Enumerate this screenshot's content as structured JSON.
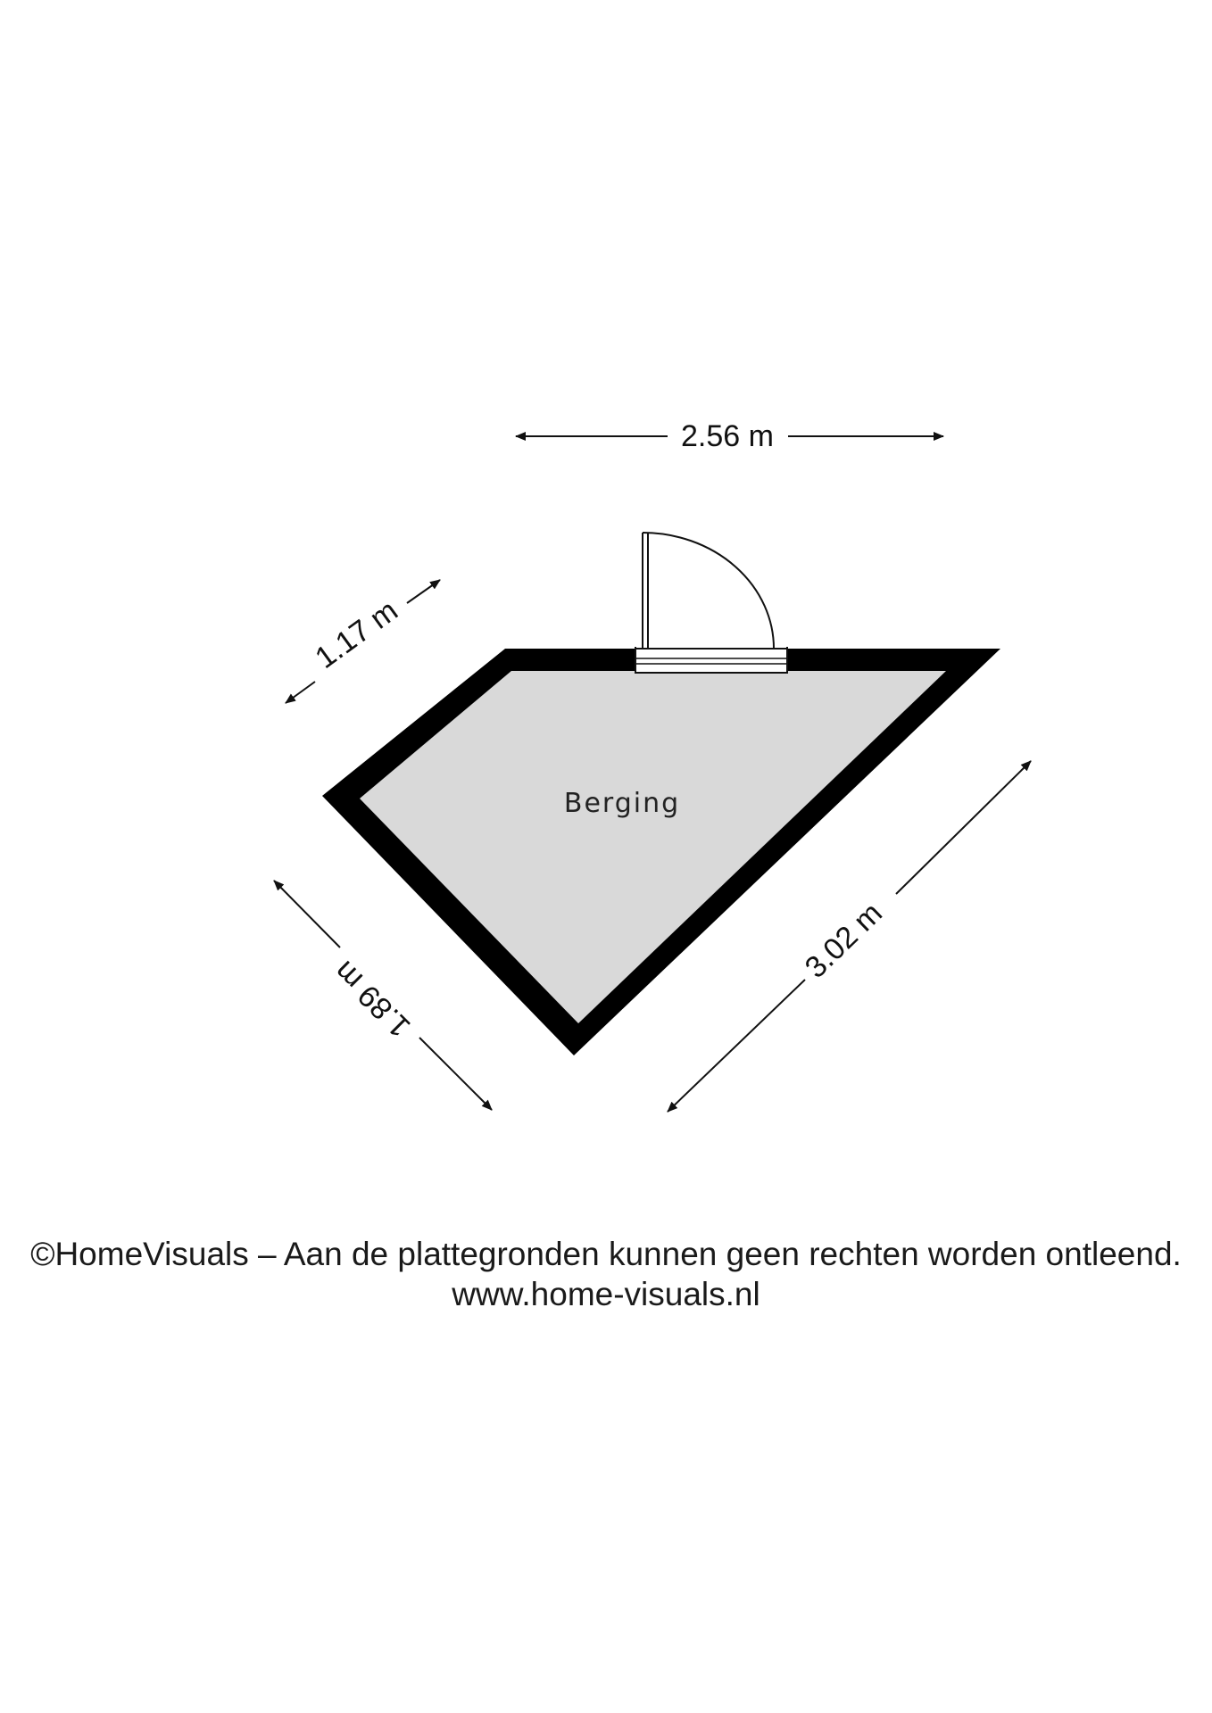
{
  "floorplan": {
    "room": {
      "name": "Berging"
    },
    "dimensions": {
      "top": "2.56 m",
      "upper_left": "1.17 m",
      "lower_left": "1.89 m",
      "right": "3.02 m"
    },
    "colors": {
      "wall": "#000000",
      "floor": "#d9d9d9",
      "background": "#ffffff"
    }
  },
  "footer": {
    "copyright": "©HomeVisuals – Aan de plattegronden kunnen geen rechten worden ontleend.",
    "website": "www.home-visuals.nl"
  }
}
